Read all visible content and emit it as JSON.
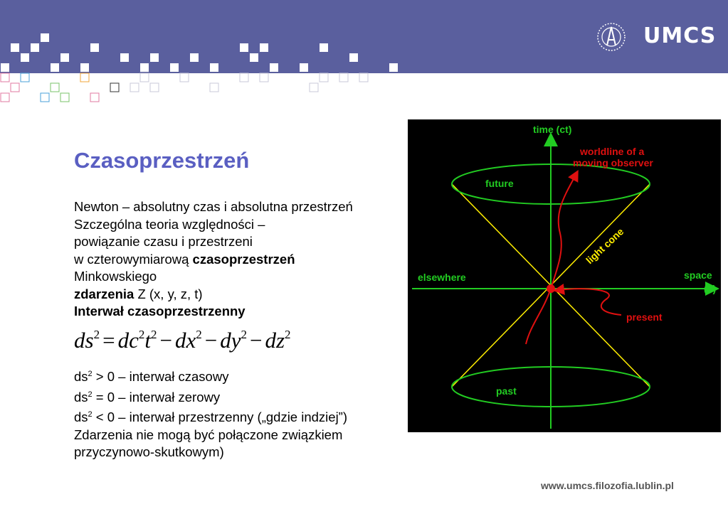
{
  "header": {
    "logo_text": "UMCS",
    "pixel_colors": [
      "#ffffff",
      "#e05a8c",
      "#4aa0d8",
      "#7ac36a",
      "#f0a63a",
      "#c8c8d8"
    ]
  },
  "slide": {
    "title": "Czasoprzestrzeń",
    "lines": {
      "l1": "Newton – absolutny czas i absolutna przestrzeń",
      "l2": "Szczególna teoria względności –",
      "l3": "powiązanie czasu i przestrzeni",
      "l4_prefix": "w czterowymiarową ",
      "l4_bold": "czasoprzestrzeń",
      "l5": "Minkowskiego",
      "l6_bold": "zdarzenia",
      "l6_rest": " Z (x, y, z, t)",
      "l7_bold": "Interwał czasoprzestrzenny"
    },
    "formula": {
      "lhs": "ds",
      "eq": "=",
      "t1": "dc",
      "t1b": "t",
      "minus": "−",
      "t2": "dx",
      "t3": "dy",
      "t4": "dz",
      "exp": "2"
    },
    "intervals": {
      "i1_a": "ds",
      "i1_b": " > 0 – interwał czasowy",
      "i2_a": "ds",
      "i2_b": " = 0 – interwał zerowy",
      "i3_a": "ds",
      "i3_b": " < 0 – interwał przestrzenny („gdzie indziej”)",
      "i4": "Zdarzenia nie mogą być połączone związkiem",
      "i5": "przyczynowo-skutkowym)",
      "exp": "2"
    }
  },
  "diagram": {
    "time_label": "time (ct)",
    "space_label": "space",
    "space_label2": "(x)",
    "future": "future",
    "past": "past",
    "elsewhere": "elsewhere",
    "light_cone": "light cone",
    "worldline_1": "worldline of a",
    "worldline_2": "moving observer",
    "present": "present",
    "colors": {
      "green": "#22cc22",
      "yellow": "#ffee00",
      "red": "#e01010"
    }
  },
  "footer": {
    "url": "www.umcs.filozofia.lublin.pl"
  }
}
